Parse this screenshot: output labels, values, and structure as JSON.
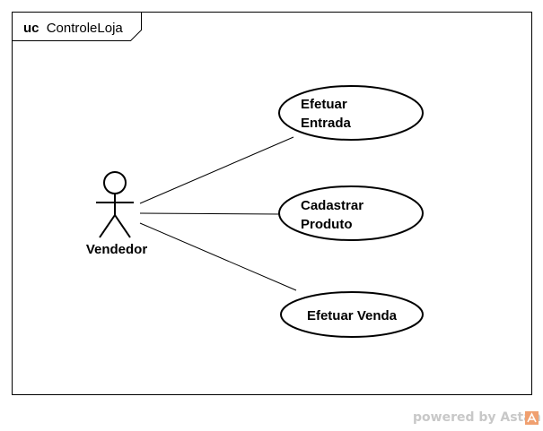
{
  "diagram": {
    "frame": {
      "keyword": "uc",
      "name": "ControleLoja"
    },
    "actor": {
      "name": "Vendedor"
    },
    "use_cases": [
      {
        "id": "efetuar-entrada",
        "lines": [
          "Efetuar",
          "Entrada"
        ]
      },
      {
        "id": "cadastrar-produto",
        "lines": [
          "Cadastrar",
          "Produto"
        ]
      },
      {
        "id": "efetuar-venda",
        "lines": [
          "Efetuar Venda"
        ]
      }
    ]
  },
  "watermark": {
    "text": "powered by Astah",
    "logo_icon": "astah-logo-icon",
    "logo_color": "#f0a070"
  }
}
